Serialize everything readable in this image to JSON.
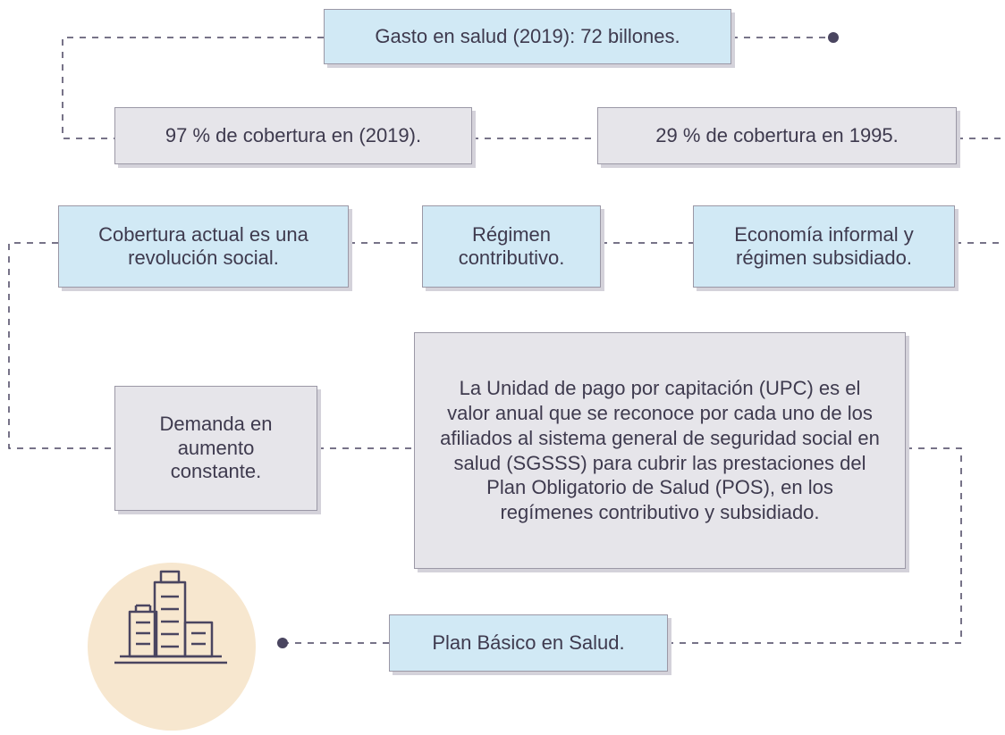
{
  "colors": {
    "blue_box": "#d1e9f5",
    "grey_box": "#e6e5ea",
    "line": "#4a4560",
    "badge": "#f7e7cf"
  },
  "nodes": {
    "gasto": "Gasto en salud (2019): 72 billones.",
    "cobertura_2019": "97 % de cobertura en (2019).",
    "cobertura_1995": "29 % de cobertura en 1995.",
    "revolucion": "Cobertura actual es una revolución social.",
    "regimen_contributivo": "Régimen contributivo.",
    "economia_informal": "Economía informal y régimen subsidiado.",
    "demanda": "Demanda en aumento constante.",
    "upc": "La Unidad de pago por capitación (UPC) es el valor anual que se reconoce por cada uno de los afiliados al sistema general de seguridad social en salud (SGSSS) para cubrir las prestaciones del Plan Obligatorio de Salud (POS), en los regímenes contributivo y subsidiado.",
    "plan_basico": "Plan Básico en Salud."
  },
  "icon": "buildings-icon"
}
